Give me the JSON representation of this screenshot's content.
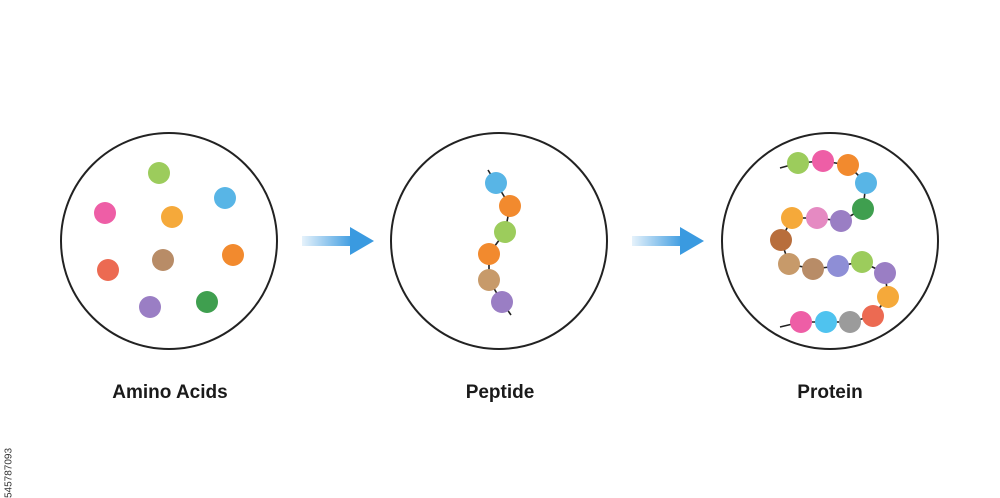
{
  "stages": {
    "amino_acids": {
      "label": "Amino Acids"
    },
    "peptide": {
      "label": "Peptide"
    },
    "protein": {
      "label": "Protein"
    }
  },
  "stock_id": "545787093",
  "colors": {
    "circle_stroke": "#222222",
    "arrow_start": "#e6f2fb",
    "arrow_end": "#3a9ae0",
    "bond": "#222222",
    "bead_palette": {
      "green_light": "#9ccc5c",
      "green_dark": "#3f9f4f",
      "pink": "#ee5ea6",
      "orange": "#f28a2e",
      "orange_light": "#f5a93a",
      "coral": "#ec6a52",
      "blue": "#58b5e6",
      "cyan": "#4fc3ef",
      "brown": "#b88c67",
      "brown_dark": "#b86e3c",
      "purple": "#9a7ec4",
      "lavender": "#8e8ed6",
      "light_pink": "#e58ac2",
      "gray": "#9b9b9b",
      "tan": "#c79a6a"
    }
  }
}
